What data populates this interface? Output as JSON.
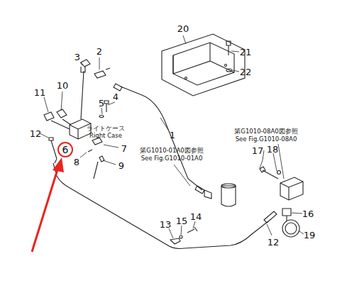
{
  "diagram": {
    "nodes": [
      {
        "text": [
          "6"
        ]
      }
    ],
    "labels": [
      "20",
      "21",
      "22",
      "3",
      "2",
      "11",
      "10",
      "5",
      "4",
      "1",
      "ライトケース",
      "Right Case",
      "12",
      "7",
      "8",
      "9",
      "第G1010-01A0図参照",
      "See Fig.G1010-01A0",
      "17",
      "18",
      "第G1010-08A0図参照",
      "See Fig.G1010-08A0",
      "16",
      "13",
      "15",
      "14",
      "12",
      "19"
    ]
  }
}
